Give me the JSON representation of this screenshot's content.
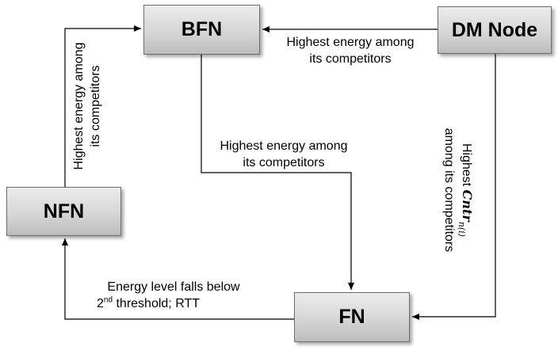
{
  "nodes": {
    "bfn": "BFN",
    "dm": "DM Node",
    "nfn": "NFN",
    "fn": "FN"
  },
  "edges": {
    "dm_to_bfn": {
      "line1": "Highest energy  among",
      "line2": "its competitors"
    },
    "bfn_to_fn": {
      "line1": "Highest energy  among",
      "line2": "its competitors"
    },
    "nfn_to_bfn": {
      "line1": "Highest energy  among",
      "line2": "its competitors"
    },
    "fn_to_nfn": {
      "line1": "Energy level falls below",
      "line2_ordinal": "2",
      "line2_sup": "nd",
      "line2_rest": " threshold; RTT"
    },
    "dm_to_fn": {
      "prefix": "Highest ",
      "formula": "Cntr",
      "subscript": "n(i)",
      "line2": "among its competitors"
    }
  },
  "colors": {
    "line": "#000000",
    "node_border": "#6d6d6d",
    "node_fill_top": "#ececec",
    "node_fill_bottom": "#bdbdbd"
  }
}
